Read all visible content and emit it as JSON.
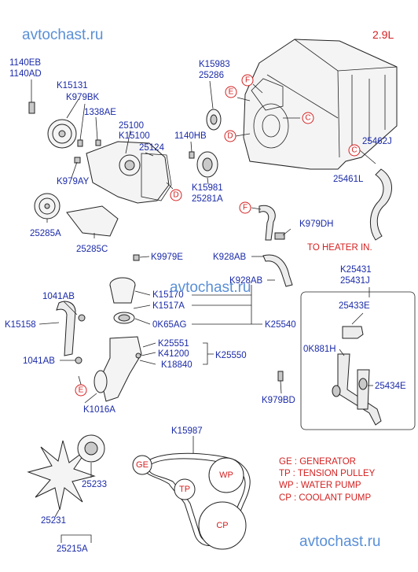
{
  "watermarks": [
    "avtochast.ru",
    "avtochast.ru",
    "avtochast.ru"
  ],
  "engine_version": "2.9L",
  "part_labels": {
    "l_1140EB": "1140EB",
    "l_1140AD": "1140AD",
    "l_K15131": "K15131",
    "l_K979BK": "K979BK",
    "l_1338AE": "1338AE",
    "l_25100": "25100",
    "l_K15100": "K15100",
    "l_25124": "25124",
    "l_K979AY": "K979AY",
    "l_1140HB": "1140HB",
    "l_K15983": "K15983",
    "l_25286": "25286",
    "l_K15981": "K15981",
    "l_25281A": "25281A",
    "l_25462J": "25462J",
    "l_25461L": "25461L",
    "l_25285A": "25285A",
    "l_25285C": "25285C",
    "l_K979DH": "K979DH",
    "l_heater": "TO HEATER IN.",
    "l_K9979E": "K9979E",
    "l_K928AB_1": "K928AB",
    "l_K928AB_2": "K928AB",
    "l_K25431": "K25431",
    "l_25431J": "25431J",
    "l_1041AB_1": "1041AB",
    "l_K15170": "K15170",
    "l_K1517A": "K1517A",
    "l_K15158": "K15158",
    "l_0K65AG": "0K65AG",
    "l_K25540": "K25540",
    "l_25433E": "25433E",
    "l_K25551": "K25551",
    "l_K41200": "K41200",
    "l_K25550": "K25550",
    "l_K18840": "K18840",
    "l_1041AB_2": "1041AB",
    "l_0K881H": "0K881H",
    "l_25434E": "25434E",
    "l_K979BD": "K979BD",
    "l_K1016A": "K1016A",
    "l_K15987": "K15987",
    "l_25233": "25233",
    "l_25231": "25231",
    "l_25215A": "25215A"
  },
  "callouts": {
    "c_F1": "F",
    "c_E1": "E",
    "c_C1": "C",
    "c_D1": "D",
    "c_D2": "D",
    "c_C2": "C",
    "c_F2": "F",
    "c_E2": "E"
  },
  "pulleys": {
    "ge": "GE",
    "tp": "TP",
    "wp": "WP",
    "cp": "CP"
  },
  "legend": [
    "GE : GENERATOR",
    "TP : TENSION PULLEY",
    "WP : WATER PUMP",
    "CP : COOLANT PUMP"
  ]
}
